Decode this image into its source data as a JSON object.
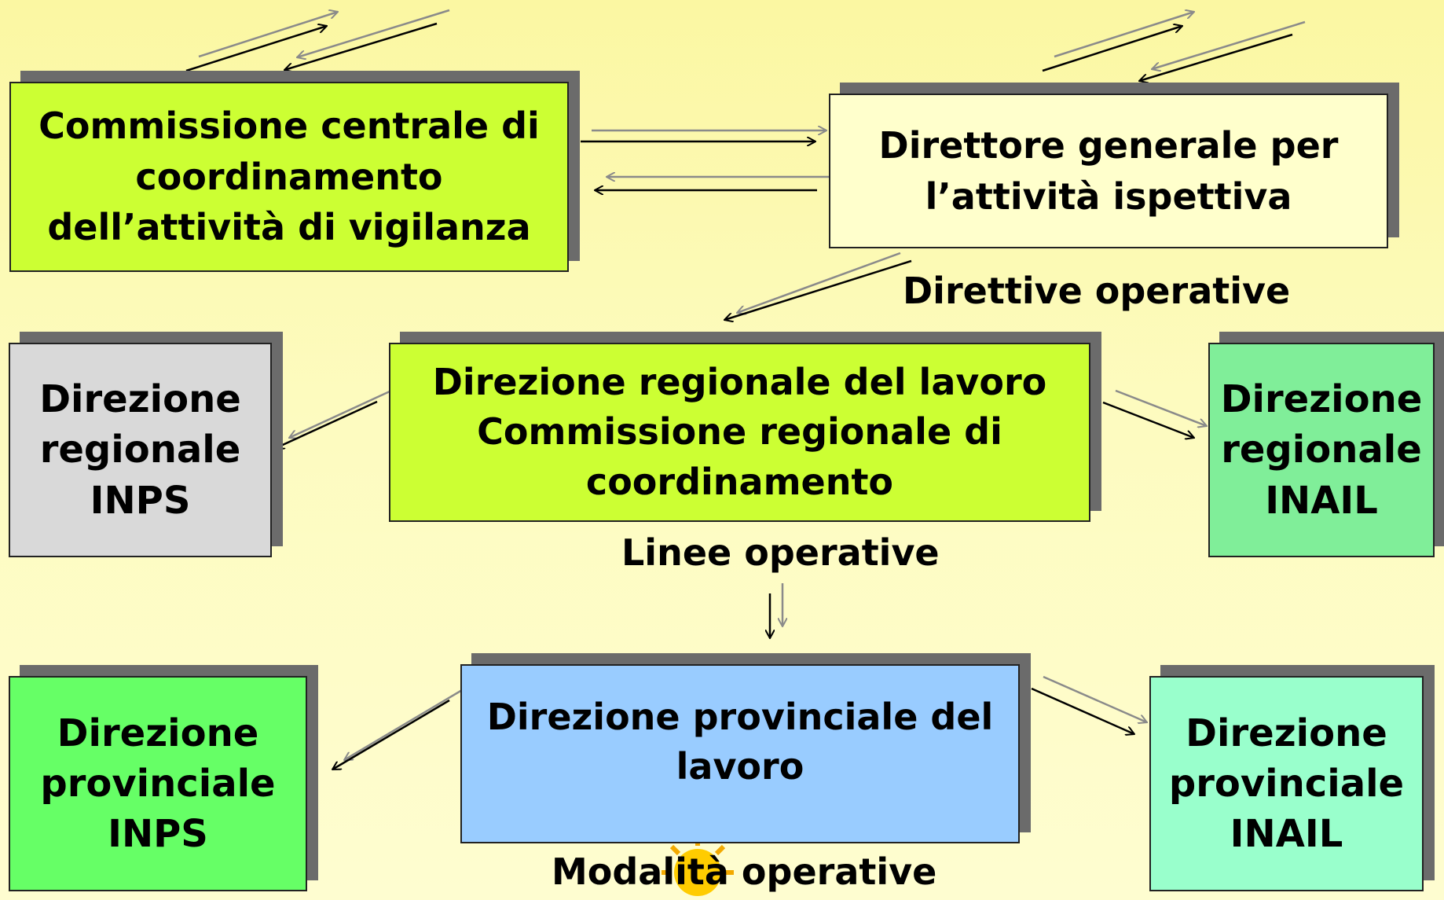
{
  "boxes": {
    "central_commission": "Commissione centrale di\ncoordinamento\ndell’attività di vigilanza",
    "director_general": "Direttore generale per\nl’attività ispettiva",
    "inps_regional": "Direzione\nregionale\nINPS",
    "regional_labour": "Direzione regionale del lavoro\nCommissione regionale di\ncoordinamento",
    "inail_regional": "Direzione\nregionale\nINAIL",
    "inps_provincial": "Direzione\nprovinciale\nINPS",
    "provincial_labour": "Direzione provinciale del\nlavoro",
    "inail_provincial": "Direzione\nprovinciale\nINAIL"
  },
  "labels": {
    "direttive": "Direttive operative",
    "linee": "Linee operative",
    "modalita": "Modalità operative"
  },
  "colors": {
    "lime": "#ccff33",
    "cream": "#ffffcc",
    "grey": "#d9d9d9",
    "mint": "#80ee99",
    "green": "#66ff66",
    "sky": "#99ccff",
    "aqua": "#99ffcc",
    "shadow": "#6b6b6b"
  }
}
